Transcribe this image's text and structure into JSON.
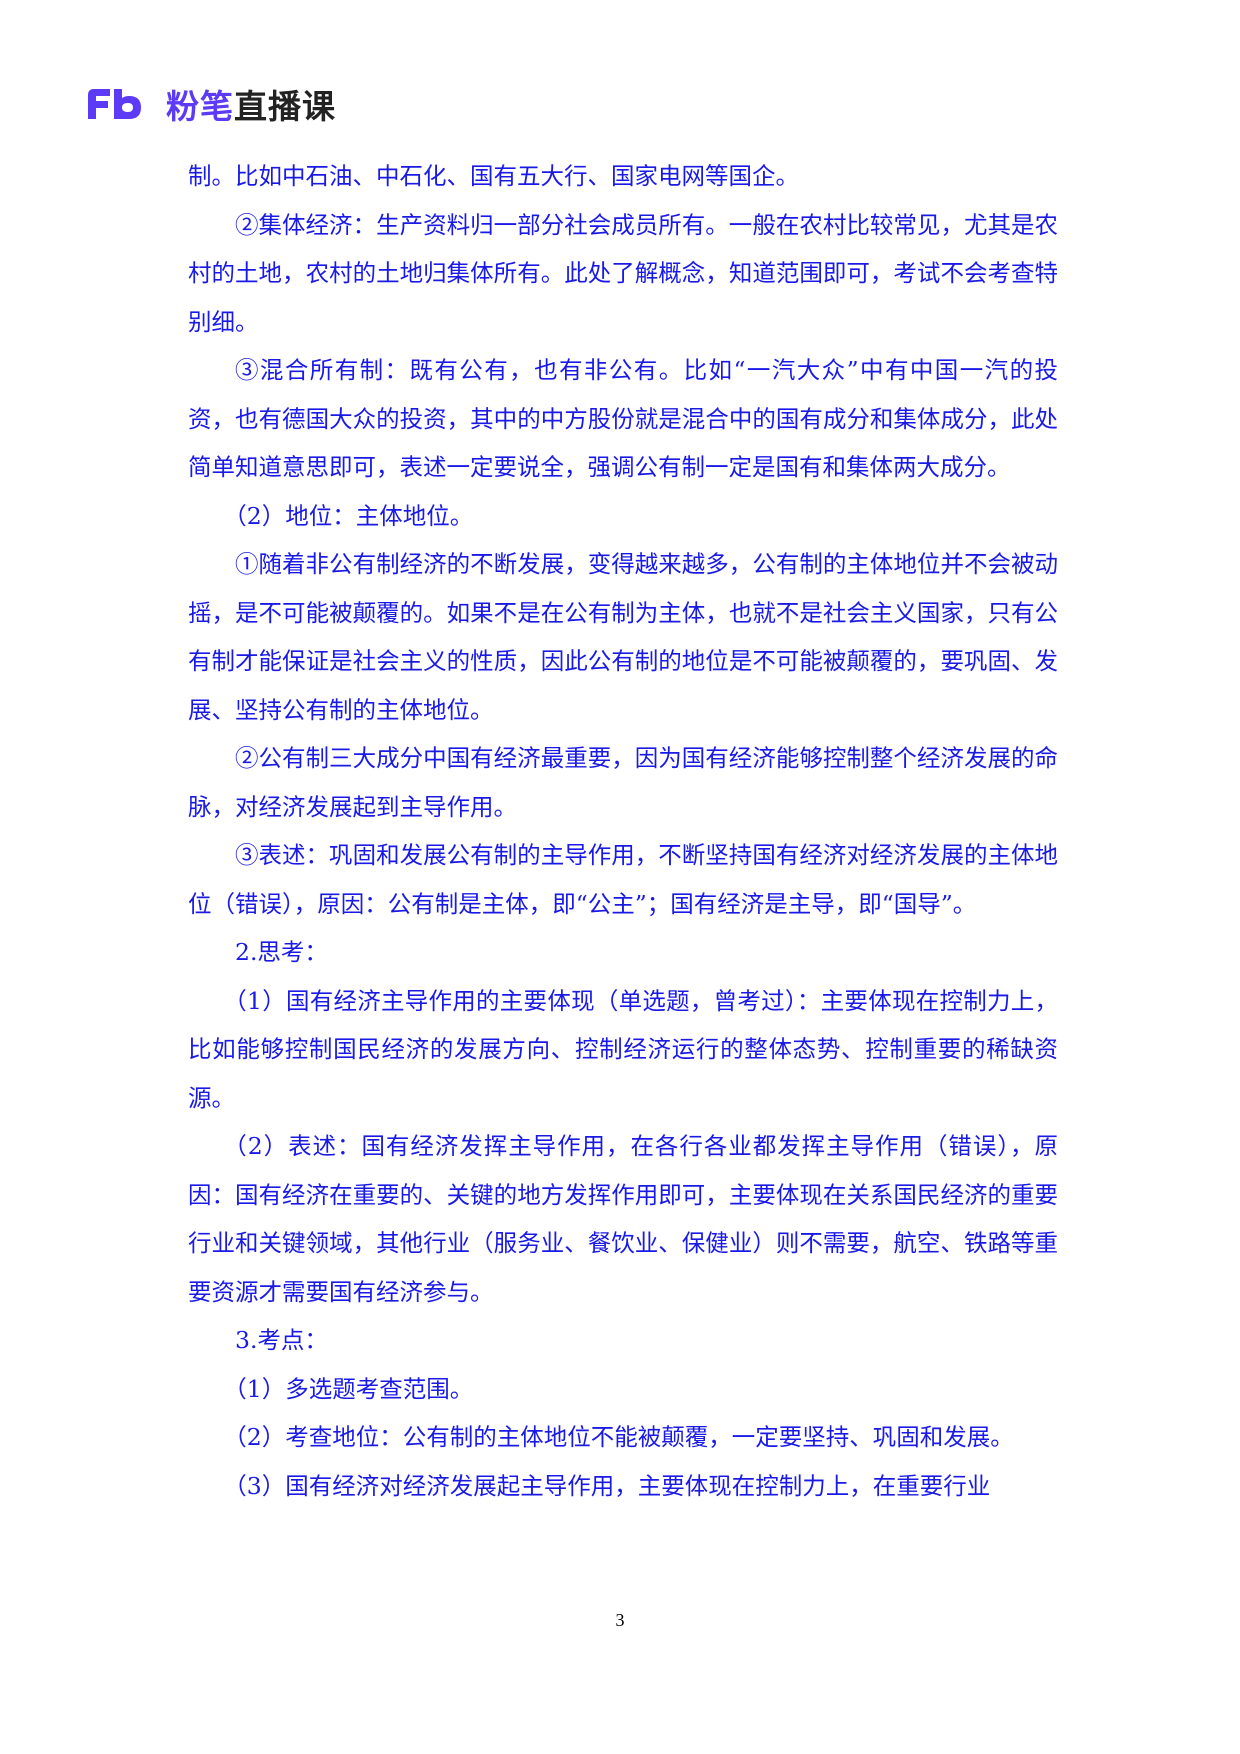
{
  "header": {
    "logo_icon": "fb-logo-icon",
    "brand_highlight": "粉笔",
    "brand_rest": "直播课",
    "brand_color": "#5B3BF5"
  },
  "paragraphs": [
    "制。比如中石油、中石化、国有五大行、国家电网等国企。",
    "②集体经济：生产资料归一部分社会成员所有。一般在农村比较常见，尤其是农村的土地，农村的土地归集体所有。此处了解概念，知道范围即可，考试不会考查特别细。",
    "③混合所有制：既有公有，也有非公有。比如“一汽大众”中有中国一汽的投资，也有德国大众的投资，其中的中方股份就是混合中的国有成分和集体成分，此处简单知道意思即可，表述一定要说全，强调公有制一定是国有和集体两大成分。",
    "（2）地位：主体地位。",
    "①随着非公有制经济的不断发展，变得越来越多，公有制的主体地位并不会被动摇，是不可能被颠覆的。如果不是在公有制为主体，也就不是社会主义国家，只有公有制才能保证是社会主义的性质，因此公有制的地位是不可能被颠覆的，要巩固、发展、坚持公有制的主体地位。",
    "②公有制三大成分中国有经济最重要，因为国有经济能够控制整个经济发展的命脉，对经济发展起到主导作用。",
    "③表述：巩固和发展公有制的主导作用，不断坚持国有经济对经济发展的主体地位（错误），原因：公有制是主体，即“公主”；国有经济是主导，即“国导”。",
    "2.思考：",
    "（1）国有经济主导作用的主要体现（单选题，曾考过）：主要体现在控制力上，比如能够控制国民经济的发展方向、控制经济运行的整体态势、控制重要的稀缺资源。",
    "（2）表述：国有经济发挥主导作用，在各行各业都发挥主导作用（错误），原因：国有经济在重要的、关键的地方发挥作用即可，主要体现在关系国民经济的重要行业和关键领域，其他行业（服务业、餐饮业、保健业）则不需要，航空、铁路等重要资源才需要国有经济参与。",
    "3.考点：",
    "（1）多选题考查范围。",
    "（2）考查地位：公有制的主体地位不能被颠覆，一定要坚持、巩固和发展。",
    "（3）国有经济对经济发展起主导作用，主要体现在控制力上，在重要行业"
  ],
  "footer": {
    "page_number": "3"
  },
  "colors": {
    "body_text": "#1a1ae6",
    "brand_purple": "#5B3BF5",
    "brand_dark": "#222222"
  }
}
